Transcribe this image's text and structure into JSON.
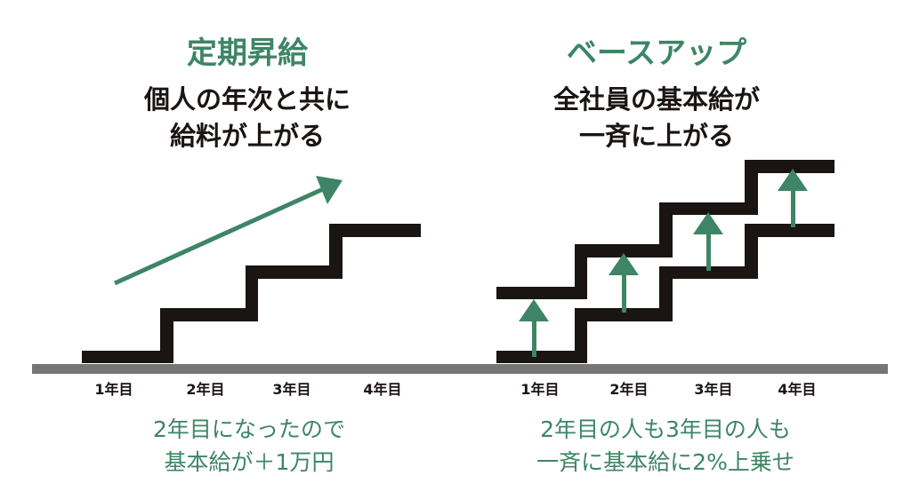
{
  "colors": {
    "accent": "#3d8566",
    "stair": "#1a1412",
    "ground": "#767676"
  },
  "left": {
    "title": "定期昇給",
    "subtitle_lines": [
      "個人の年次と共に",
      "給料が上がる"
    ],
    "year_labels": [
      "1年目",
      "2年目",
      "3年目",
      "4年目"
    ],
    "note_lines": [
      "2年目になったので",
      "基本給が＋1万円"
    ]
  },
  "right": {
    "title": "ベースアップ",
    "subtitle_lines": [
      "全社員の基本給が",
      "一斉に上がる"
    ],
    "year_labels": [
      "1年目",
      "2年目",
      "3年目",
      "4年目"
    ],
    "note_lines": [
      "2年目の人も3年目の人も",
      "一斉に基本給に2%上乗せ"
    ]
  }
}
